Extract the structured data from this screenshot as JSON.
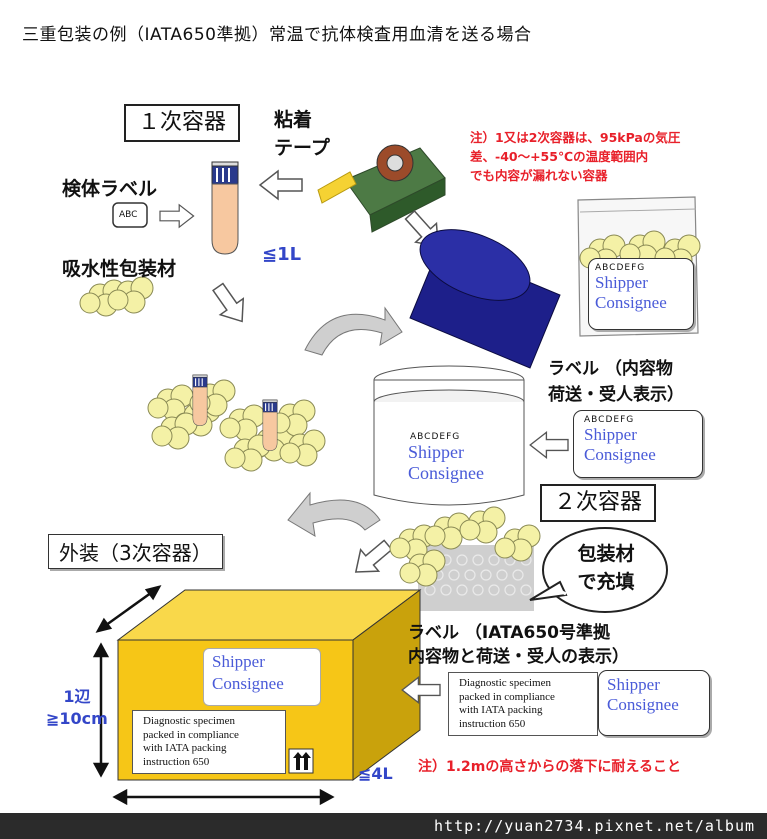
{
  "title": "三重包装の例（IATA650準拠）常温で抗体検査用血清を送る場合",
  "labels": {
    "primary": "１次容器",
    "tape": "粘着\nテープ",
    "specimen_label": "検体ラベル",
    "abc": "ABC",
    "absorbent": "吸水性包装材",
    "limit_1l": "≦1L",
    "secondary": "２次容器",
    "label_contents": "ラベル （内容物\n荷送・受人表示）",
    "outer": "外装（3次容器）",
    "fill": "包装材\nで充填",
    "label_iata": "ラベル （IATA650号準拠\n内容物と荷送・受人の表示）",
    "side_len": "1辺\n≧10cm",
    "limit_4l": "≦4L"
  },
  "notes": {
    "pressure": "注）1又は2次容器は、95kPaの気圧\n差、-40～+55℃の温度範囲内\nでも内容が漏れない容器",
    "drop": "注）1.2mの高さからの落下に耐えること"
  },
  "tag": {
    "code": "ABCDEFG",
    "shipper": "Shipper",
    "consignee": "Consignee"
  },
  "diagnostic": "Diagnostic specimen\npacked in compliance\nwith IATA packing\ninstruction 650",
  "footer": "http://yuan2734.pixnet.net/album",
  "colors": {
    "note_red": "#e8202a",
    "box_yellow": "#f6c617",
    "lid_navy": "#1d1f8a",
    "tag_blue": "#4a5bd8",
    "cotton": "#f4f1a6"
  }
}
